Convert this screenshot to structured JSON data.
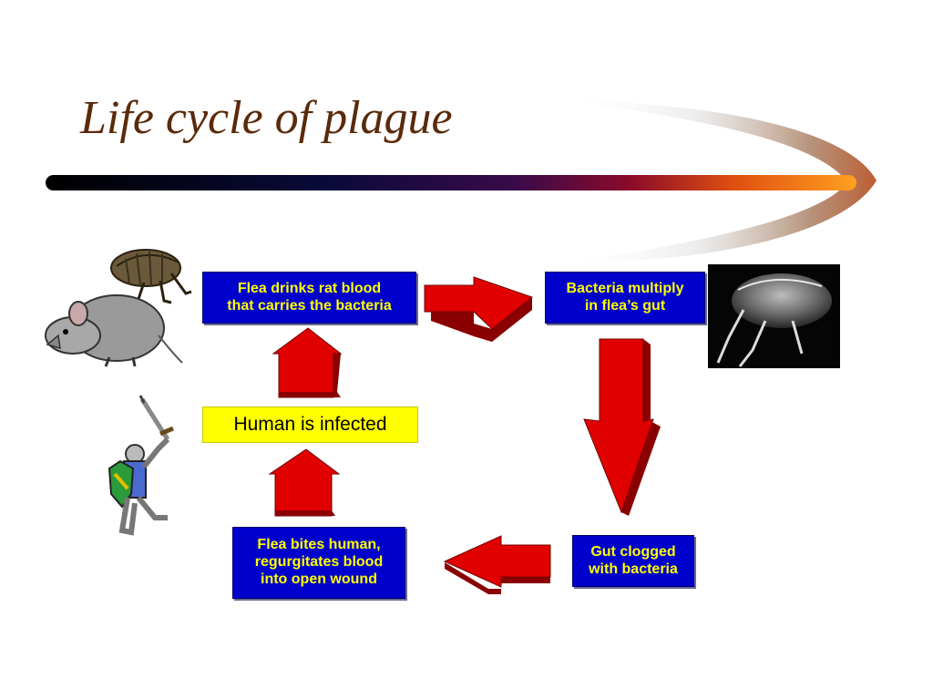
{
  "slide": {
    "title": "Life cycle of plague"
  },
  "steps": {
    "flea_drinks": "Flea drinks rat blood\nthat carries the bacteria",
    "bacteria_multiply": "Bacteria multiply\nin flea’s gut",
    "gut_clogged": "Gut clogged\nwith bacteria",
    "flea_bites": "Flea bites human,\nregurgitates blood\ninto open wound",
    "human_infected": "Human is infected"
  },
  "colors": {
    "box_blue": "#0000cc",
    "box_text_yellow": "#ffff00",
    "highlight_yellow": "#ffff00",
    "arrow_red": "#e00000",
    "title_brown": "#5a2a0a"
  },
  "icons": {
    "flea": "flea-icon",
    "rat": "rat-icon",
    "knight": "knight-icon",
    "flea_photo": "flea-photo"
  }
}
